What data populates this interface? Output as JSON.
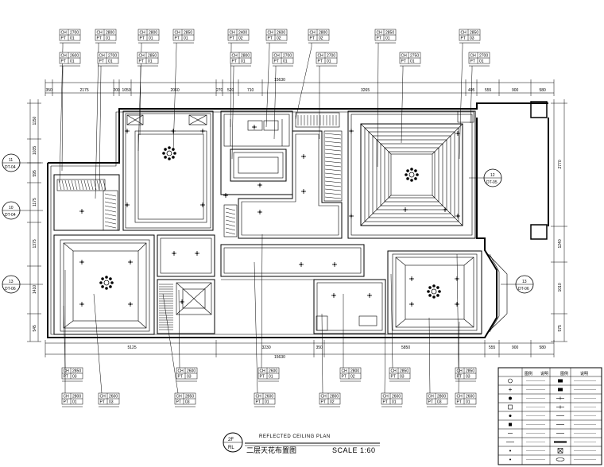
{
  "plan": {
    "title_en": "REFLECTED CEILING PLAN",
    "title_cn": "二层天花布置图",
    "scale": "SCALE 1:60",
    "badge_top": "2F",
    "badge_bottom": "RL"
  },
  "dimensions": {
    "top": [
      "350",
      "2175",
      "200",
      "1050",
      "2060",
      "270",
      "520",
      "710",
      "3265",
      "405",
      "555",
      "900",
      "580"
    ],
    "top_total": "15630",
    "bottom": [
      "5125",
      "3230",
      "350",
      "5850",
      "555",
      "900",
      "580"
    ],
    "bottom_total": "15630",
    "left": [
      "1150",
      "1035",
      "595",
      "1175",
      "1375",
      "1410",
      "545"
    ],
    "right": [
      "2770",
      "1240",
      "1010",
      "575"
    ]
  },
  "section_marks": [
    {
      "num": "11",
      "ref": "DT-04"
    },
    {
      "num": "10",
      "ref": "DT-04"
    },
    {
      "num": "13",
      "ref": "DT-06"
    },
    {
      "num": "12",
      "ref": "DT-05"
    },
    {
      "num": "13",
      "ref": "DT-06"
    }
  ],
  "tags": {
    "top_row1": [
      {
        "ch": "CH",
        "chv": "2700",
        "pt": "PT",
        "ptv": "01"
      },
      {
        "ch": "CH",
        "chv": "2800",
        "pt": "PT",
        "ptv": "01"
      },
      {
        "ch": "CH",
        "chv": "2800",
        "pt": "PT",
        "ptv": "01"
      },
      {
        "ch": "CH",
        "chv": "2850",
        "pt": "PT",
        "ptv": "01"
      },
      {
        "ch": "CH",
        "chv": "2400",
        "pt": "PT",
        "ptv": "02"
      },
      {
        "ch": "CH",
        "chv": "2600",
        "pt": "PT",
        "ptv": "02"
      },
      {
        "ch": "CH",
        "chv": "2800",
        "pt": "PT",
        "ptv": "02"
      },
      {
        "ch": "CH",
        "chv": "2850",
        "pt": "PT",
        "ptv": "01"
      },
      {
        "ch": "CH",
        "chv": "2850",
        "pt": "PT",
        "ptv": "03"
      }
    ],
    "top_row2": [
      {
        "ch": "CH",
        "chv": "2600",
        "pt": "PT",
        "ptv": "01"
      },
      {
        "ch": "CH",
        "chv": "2700",
        "pt": "PT",
        "ptv": "01"
      },
      {
        "ch": "CH",
        "chv": "2850",
        "pt": "PT",
        "ptv": "01"
      },
      {
        "ch": "CH",
        "chv": "2800",
        "pt": "PT",
        "ptv": "01"
      },
      {
        "ch": "CH",
        "chv": "2700",
        "pt": "PT",
        "ptv": "01"
      },
      {
        "ch": "CH",
        "chv": "2700",
        "pt": "PT",
        "ptv": "01"
      },
      {
        "ch": "CH",
        "chv": "2750",
        "pt": "PT",
        "ptv": "01"
      },
      {
        "ch": "CH",
        "chv": "2700",
        "pt": "PT",
        "ptv": "01"
      }
    ],
    "bottom_row1": [
      {
        "ch": "CH",
        "chv": "2850",
        "pt": "PT",
        "ptv": "03"
      },
      {
        "ch": "CH",
        "chv": "2600",
        "pt": "PT",
        "ptv": "03"
      },
      {
        "ch": "CH",
        "chv": "2600",
        "pt": "PT",
        "ptv": "01"
      },
      {
        "ch": "CH",
        "chv": "2800",
        "pt": "PT",
        "ptv": "02"
      },
      {
        "ch": "CH",
        "chv": "2850",
        "pt": "PT",
        "ptv": "03"
      },
      {
        "ch": "CH",
        "chv": "2850",
        "pt": "PT",
        "ptv": "03"
      }
    ],
    "bottom_row2": [
      {
        "ch": "CH",
        "chv": "2800",
        "pt": "PT",
        "ptv": "01"
      },
      {
        "ch": "CH",
        "chv": "2600",
        "pt": "PT",
        "ptv": "03"
      },
      {
        "ch": "CH",
        "chv": "2850",
        "pt": "PT",
        "ptv": "03"
      },
      {
        "ch": "CH",
        "chv": "2600",
        "pt": "PT",
        "ptv": "01"
      },
      {
        "ch": "CH",
        "chv": "2800",
        "pt": "PT",
        "ptv": "02"
      },
      {
        "ch": "CH",
        "chv": "2600",
        "pt": "PT",
        "ptv": "01"
      },
      {
        "ch": "CH",
        "chv": "2800",
        "pt": "PT",
        "ptv": "03"
      },
      {
        "ch": "CH",
        "chv": "2600",
        "pt": "PT",
        "ptv": "01"
      }
    ]
  },
  "legend": {
    "header": [
      "图例",
      "说明",
      "图例",
      "说明"
    ]
  }
}
